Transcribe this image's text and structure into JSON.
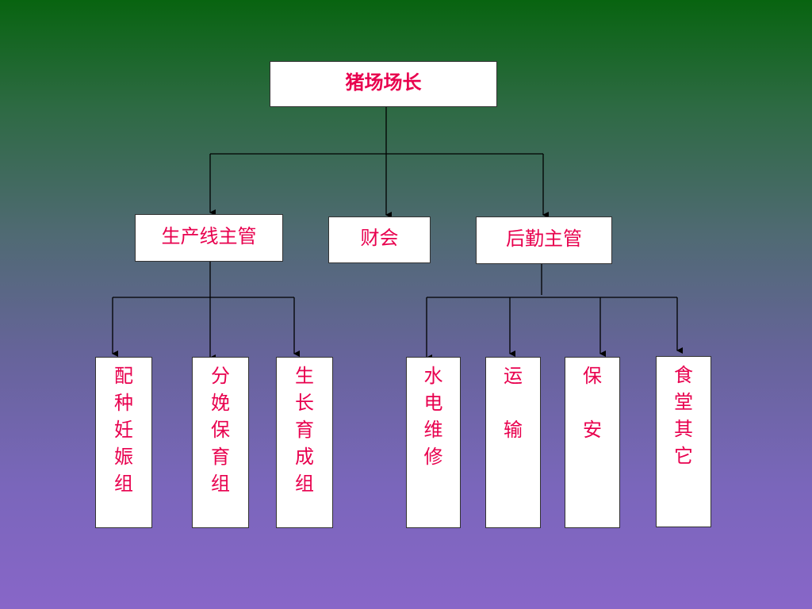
{
  "colors": {
    "text": "#e8004e",
    "box_bg": "#ffffff",
    "connector": "#000000"
  },
  "root": {
    "label": "猪场场长"
  },
  "level2": [
    {
      "label": "生产线主管"
    },
    {
      "label": "财会"
    },
    {
      "label": "后勤主管"
    }
  ],
  "production_groups": [
    {
      "chars": [
        "配",
        "种",
        "妊",
        "娠",
        "组"
      ]
    },
    {
      "chars": [
        "分",
        "娩",
        "保",
        "育",
        "组"
      ]
    },
    {
      "chars": [
        "生",
        "长",
        "育",
        "成",
        "组"
      ]
    }
  ],
  "logistics_groups": [
    {
      "chars": [
        "水",
        "电",
        "维",
        "修"
      ]
    },
    {
      "chars": [
        "运",
        "",
        "输"
      ]
    },
    {
      "chars": [
        "保",
        "",
        "安"
      ]
    },
    {
      "chars": [
        "食",
        "堂",
        "其",
        "它"
      ]
    }
  ]
}
